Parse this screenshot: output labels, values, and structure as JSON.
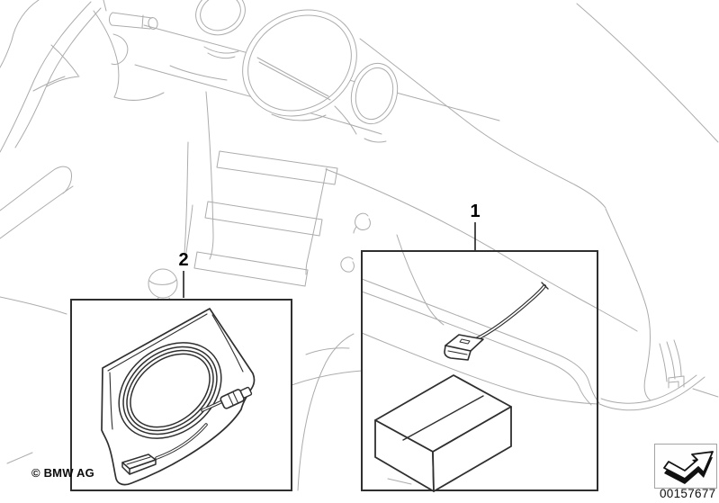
{
  "diagram": {
    "copyright": "© BMW AG",
    "number": "00157677",
    "callouts": [
      {
        "number": "1"
      },
      {
        "number": "2"
      }
    ]
  },
  "colors": {
    "background": "#ffffff",
    "line_art": "#acacac",
    "part_line": "#2f2f2f",
    "box_border": "#2f2f2f",
    "label_text": "#000000",
    "arrow_fill": "#111111"
  },
  "icons": {
    "forward_arrow": "forward-arrow-icon"
  }
}
